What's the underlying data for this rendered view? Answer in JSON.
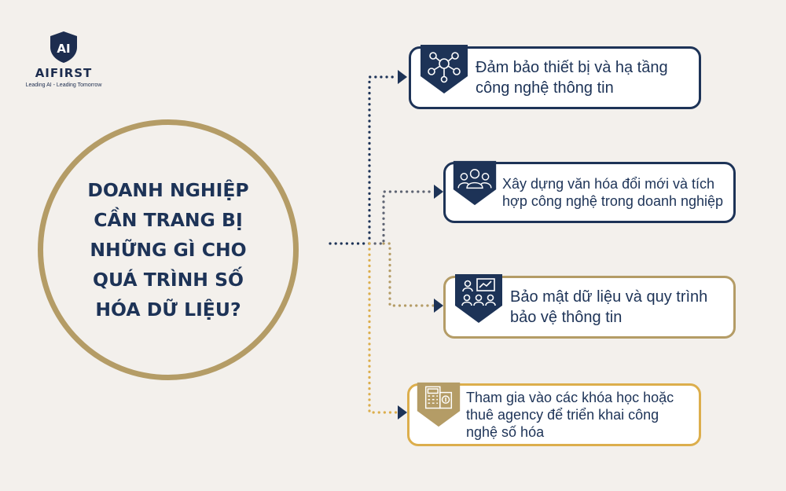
{
  "logo": {
    "mark": "AI",
    "name": "AIFIRST",
    "tagline": "Leading AI - Leading Tomorrow"
  },
  "center": {
    "question": "DOANH NGHIỆP CẦN TRANG BỊ NHỮNG GÌ CHO QUÁ TRÌNH SỐ HÓA DỮ LIỆU?"
  },
  "items": [
    {
      "text": "Đảm bảo thiết bị và hạ tầng công nghệ thông tin",
      "icon": "network-people-icon"
    },
    {
      "text": "Xây dựng văn hóa đổi mới và tích hợp công nghệ trong doanh nghiệp",
      "icon": "team-icon"
    },
    {
      "text": "Bảo mật dữ liệu và quy trình bảo vệ thông tin",
      "icon": "meeting-presentation-icon"
    },
    {
      "text": "Tham gia vào các khóa học hoặc thuê agency để triển khai công nghệ số hóa",
      "icon": "calculator-document-icon"
    }
  ],
  "colors": {
    "background": "#f3f0ec",
    "navy": "#1d3357",
    "gold": "#b49c66",
    "gold_bright": "#dcae4c"
  }
}
